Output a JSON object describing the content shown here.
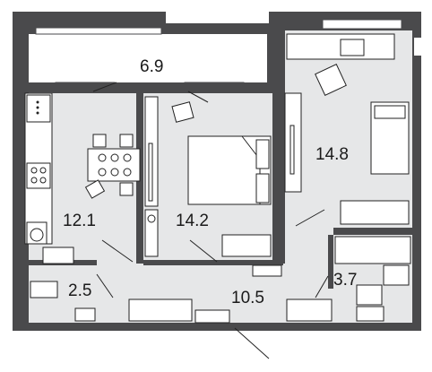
{
  "rooms": [
    {
      "id": "loggia",
      "area": "6.9"
    },
    {
      "id": "bedroom-large",
      "area": "14.8"
    },
    {
      "id": "kitchen",
      "area": "12.1"
    },
    {
      "id": "bedroom",
      "area": "14.2"
    },
    {
      "id": "bathroom",
      "area": "3.7"
    },
    {
      "id": "toilet",
      "area": "2.5"
    },
    {
      "id": "hallway",
      "area": "10.5"
    }
  ],
  "colors": {
    "wall": "#4a4a4c",
    "floor": "#e6e7e8",
    "balcony": "#ffffff",
    "furniture_stroke": "#222222",
    "furniture_fill": "#ffffff"
  }
}
